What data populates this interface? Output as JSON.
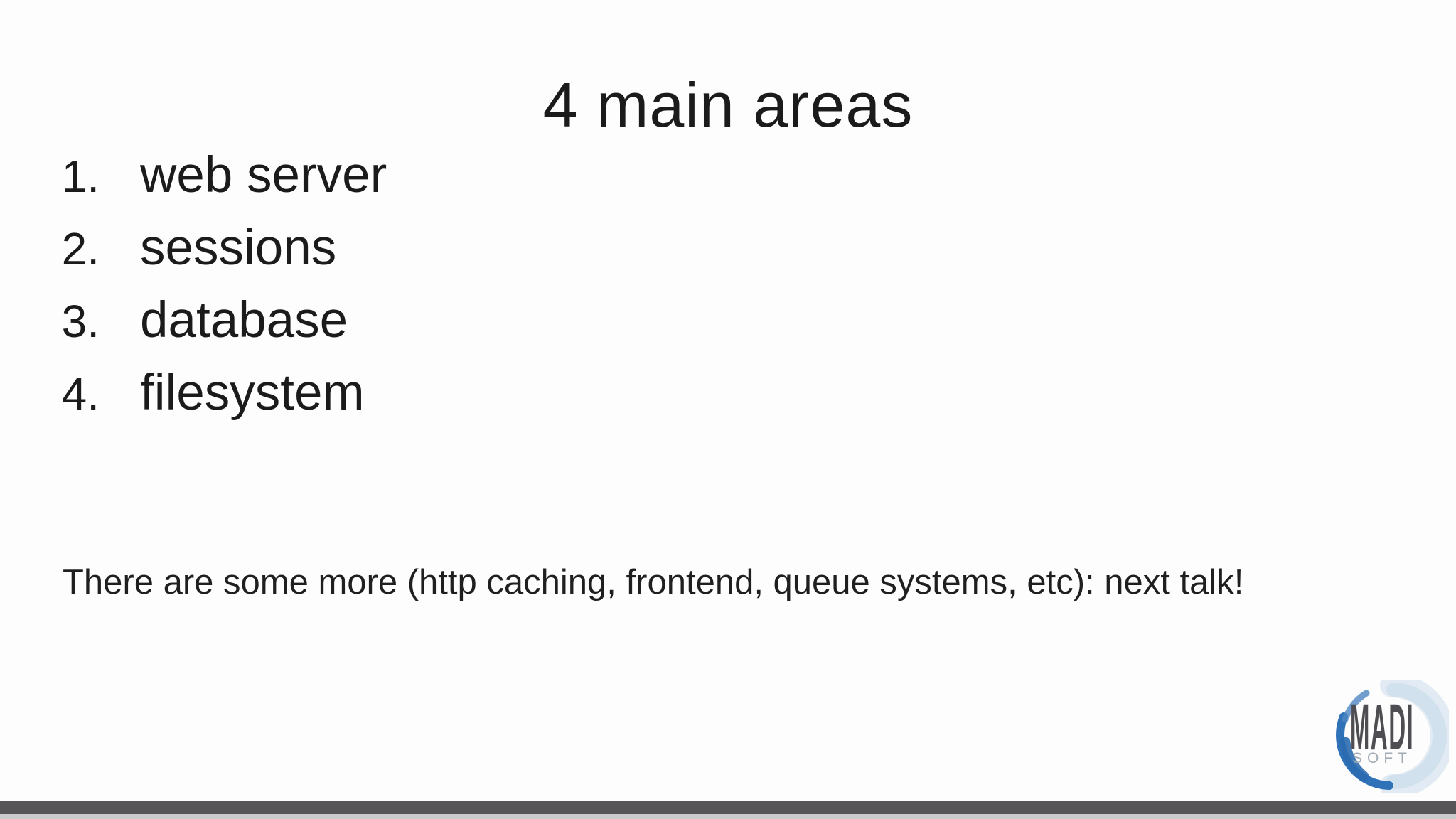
{
  "slide": {
    "title": "4 main areas",
    "list": {
      "items": [
        {
          "number": "1.",
          "label": "web server"
        },
        {
          "number": "2.",
          "label": "sessions"
        },
        {
          "number": "3.",
          "label": "database"
        },
        {
          "number": "4.",
          "label": "filesystem"
        }
      ]
    },
    "footnote": "There are some more (http caching, frontend, queue systems, etc): next talk!",
    "logo": {
      "primary": "MADI",
      "secondary": "SOFT"
    },
    "colors": {
      "text": "#1b1b1b",
      "footer_bar": "#575557",
      "footer_strip": "#cbcbcb",
      "logo_blue": "#2f72b8",
      "logo_wash": "#d7e3ee",
      "logo_text_dark": "#4e4e52",
      "logo_text_light": "#a0aab4"
    }
  }
}
